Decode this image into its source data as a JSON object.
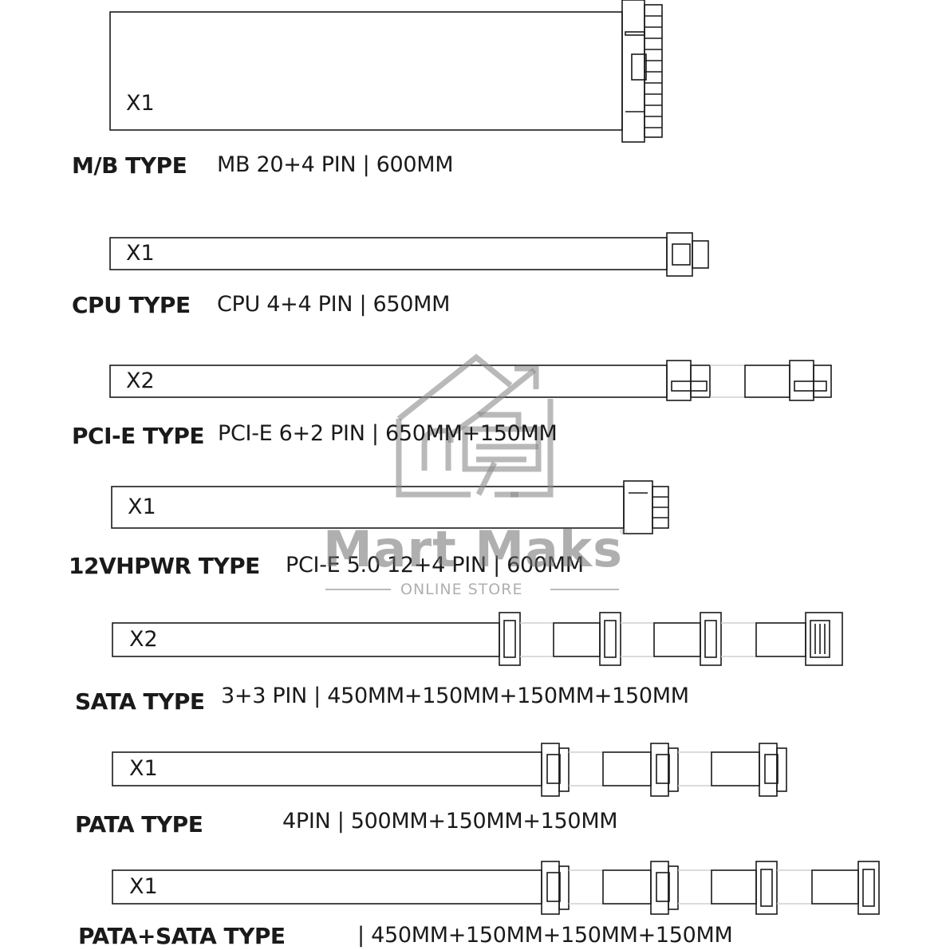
{
  "cables": [
    {
      "type": "M/B TYPE",
      "spec": "MB 20+4 PIN | 600MM",
      "qty": "X1"
    },
    {
      "type": "CPU TYPE",
      "spec": "CPU 4+4 PIN | 650MM",
      "qty": "X1"
    },
    {
      "type": "PCI-E TYPE",
      "spec": "PCI-E 6+2 PIN | 650MM+150MM",
      "qty": "X2"
    },
    {
      "type": "12VHPWR TYPE",
      "spec": "PCI-E 5.0  12+4 PIN | 600MM",
      "qty": "X1"
    },
    {
      "type": "SATA TYPE",
      "spec": "3+3 PIN | 450MM+150MM+150MM+150MM",
      "qty": "X2"
    },
    {
      "type": "PATA TYPE",
      "spec": "4PIN | 500MM+150MM+150MM",
      "qty": "X1"
    },
    {
      "type": "PATA+SATA TYPE",
      "spec": "| 450MM+150MM+150MM+150MM",
      "qty": "X1"
    }
  ],
  "watermark": {
    "brand": "Mart Maks",
    "tagline": "ONLINE STORE",
    "registered_mark": "®",
    "color": "#8a8a8a"
  },
  "colors": {
    "line": "#1a1a1a"
  }
}
